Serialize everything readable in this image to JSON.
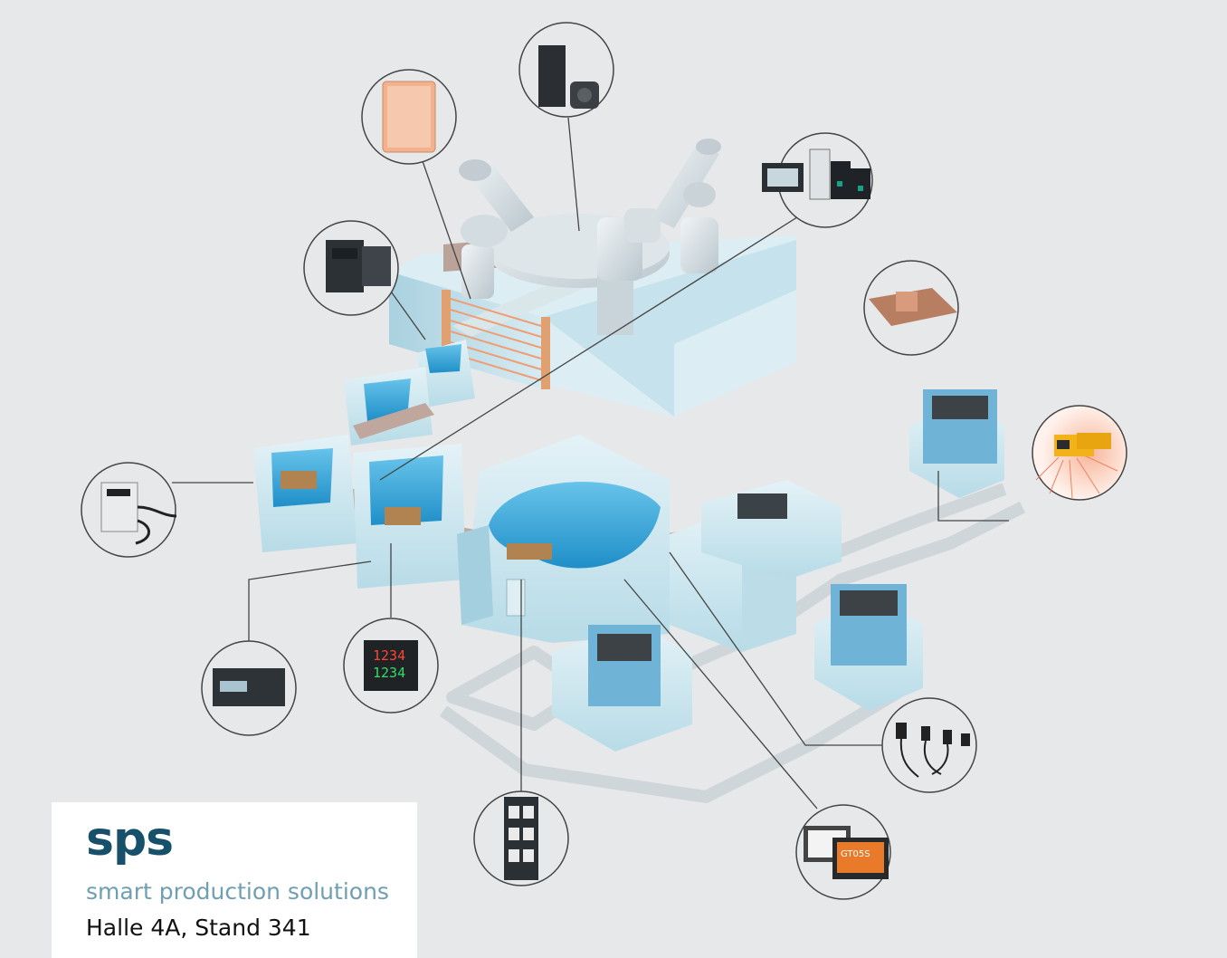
{
  "brand": {
    "name": "sps",
    "tagline": "smart production solutions",
    "location": "Halle 4A, Stand 341"
  },
  "display_labels": {
    "temperature_controller_top": "1234",
    "temperature_controller_bottom": "1234",
    "hmi_panel": "GT05S"
  },
  "colors": {
    "background": "#e7e8ea",
    "machine": "#cfe6ee",
    "machine_dark": "#9fc9d8",
    "screen": "#3aa8d8",
    "conveyor": "#b9a39a",
    "brand": "#16506a",
    "tagline": "#6f9fb1",
    "safety_curtain": "#e7b48c",
    "laser_scanner": "#f2b21a"
  },
  "callouts": [
    {
      "icon": "light-curtain-icon"
    },
    {
      "icon": "servo-drive-motor-icon"
    },
    {
      "icon": "plc-controller-icon"
    },
    {
      "icon": "power-supply-icon"
    },
    {
      "icon": "linear-actuator-icon"
    },
    {
      "icon": "safety-laser-scanner-icon"
    },
    {
      "icon": "fiber-sensor-amplifier-icon"
    },
    {
      "icon": "energy-meter-icon"
    },
    {
      "icon": "temperature-controller-icon"
    },
    {
      "icon": "relay-module-icon"
    },
    {
      "icon": "photoelectric-sensors-icon"
    },
    {
      "icon": "hmi-touch-panel-icon"
    }
  ]
}
